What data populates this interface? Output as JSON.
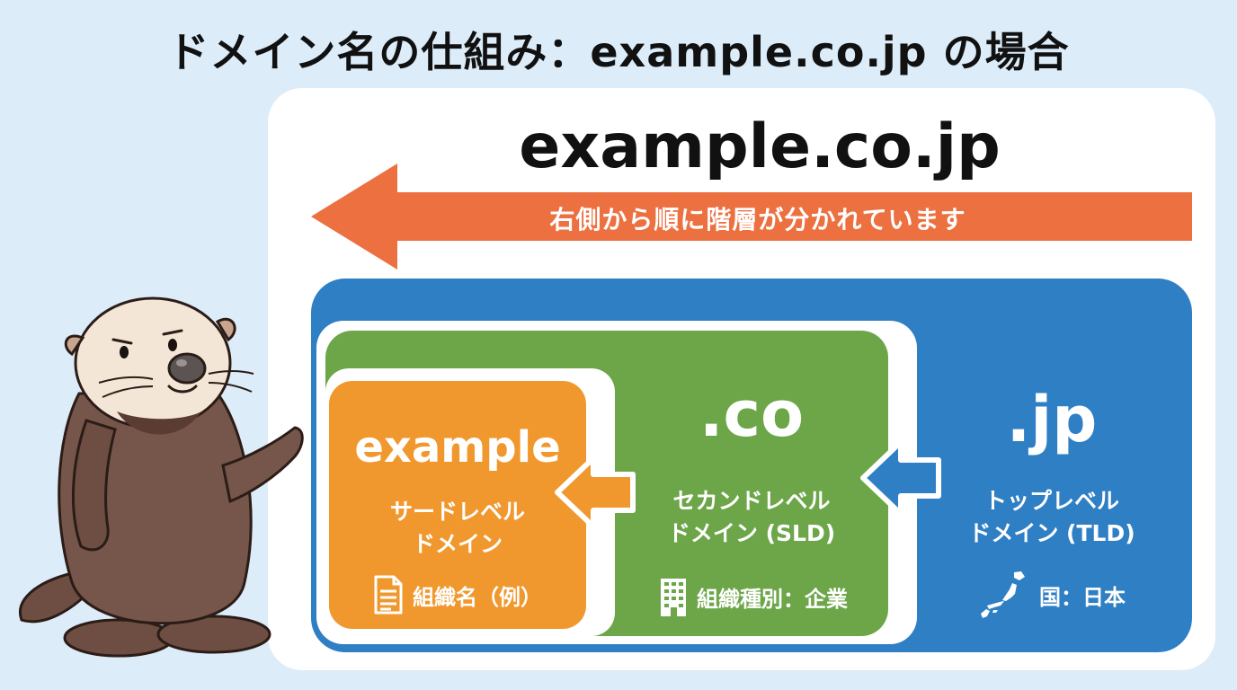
{
  "title": "ドメイン名の仕組み：example.co.jp の場合",
  "domain": "example.co.jp",
  "direction_note": "右側から順に階層が分かれています",
  "levels": [
    {
      "name": ".jp",
      "label_line1": "トップレベル",
      "label_line2": "ドメイン (TLD)",
      "note": "国：日本",
      "icon": "japan-map-icon",
      "color": "#2f7fc4"
    },
    {
      "name": ".co",
      "label_line1": "セカンドレベル",
      "label_line2": "ドメイン (SLD)",
      "note": "組織種別：企業",
      "icon": "building-icon",
      "color": "#6ca649"
    },
    {
      "name": "example",
      "label_line1": "サードレベル",
      "label_line2": "ドメイン",
      "note": "組織名（例）",
      "icon": "document-icon",
      "color": "#f0982e"
    }
  ],
  "colors": {
    "arrow": "#ec7040",
    "background": "#dcecf9"
  }
}
